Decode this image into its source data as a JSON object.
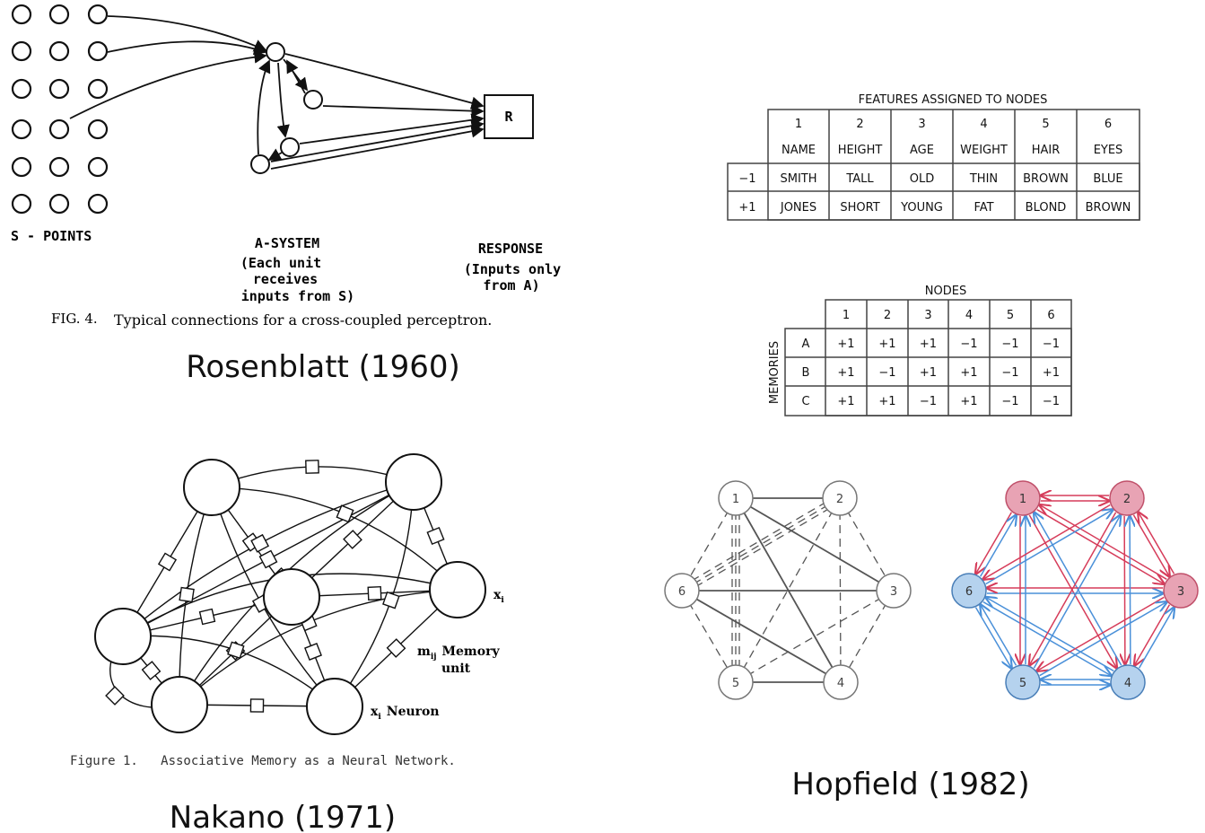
{
  "rosenblatt": {
    "title": "Rosenblatt (1960)",
    "s_points_label": "S - POINTS",
    "a_system_label": "A-SYSTEM",
    "a_system_note": [
      "(Each unit",
      "receives",
      "inputs from S)"
    ],
    "response_label": "RESPONSE",
    "response_note": [
      "(Inputs only",
      "from A)"
    ],
    "r_box": "R",
    "caption_fig": "FIG. 4.",
    "caption_text": "Typical connections for a cross-coupled perceptron."
  },
  "nakano": {
    "title": "Nakano (1971)",
    "label_xi": "x",
    "label_i": "i",
    "memory_label_m": "m",
    "memory_label_ij": "ij",
    "memory_label": "Memory",
    "memory_label_2": "unit",
    "neuron_label_x": "x",
    "neuron_label_i": "i",
    "neuron_label": "Neuron",
    "caption": "Figure 1.   Associative Memory as a Neural Network."
  },
  "hopfield": {
    "title": "Hopfield (1982)",
    "features_table": {
      "title": "FEATURES ASSIGNED TO NODES",
      "numbers": [
        "1",
        "2",
        "3",
        "4",
        "5",
        "6"
      ],
      "features": [
        "NAME",
        "HEIGHT",
        "AGE",
        "WEIGHT",
        "HAIR",
        "EYES"
      ],
      "rows": [
        {
          "label": "−1",
          "values": [
            "SMITH",
            "TALL",
            "OLD",
            "THIN",
            "BROWN",
            "BLUE"
          ]
        },
        {
          "label": "+1",
          "values": [
            "JONES",
            "SHORT",
            "YOUNG",
            "FAT",
            "BLOND",
            "BROWN"
          ]
        }
      ]
    },
    "memories_table": {
      "title": "NODES",
      "side_label": "MEMORIES",
      "columns": [
        "1",
        "2",
        "3",
        "4",
        "5",
        "6"
      ],
      "rows": [
        {
          "label": "A",
          "values": [
            "+1",
            "+1",
            "+1",
            "−1",
            "−1",
            "−1"
          ]
        },
        {
          "label": "B",
          "values": [
            "+1",
            "−1",
            "+1",
            "+1",
            "−1",
            "+1"
          ]
        },
        {
          "label": "C",
          "values": [
            "+1",
            "+1",
            "−1",
            "+1",
            "−1",
            "−1"
          ]
        }
      ]
    },
    "graph_nodes": [
      "1",
      "2",
      "3",
      "4",
      "5",
      "6"
    ],
    "edges": [
      {
        "a": 1,
        "b": 2,
        "style": "solid"
      },
      {
        "a": 1,
        "b": 3,
        "style": "solid"
      },
      {
        "a": 1,
        "b": 4,
        "style": "solid"
      },
      {
        "a": 6,
        "b": 3,
        "style": "solid"
      },
      {
        "a": 6,
        "b": 4,
        "style": "solid"
      },
      {
        "a": 5,
        "b": 4,
        "style": "solid"
      },
      {
        "a": 1,
        "b": 6,
        "style": "dashed"
      },
      {
        "a": 2,
        "b": 3,
        "style": "dashed"
      },
      {
        "a": 2,
        "b": 5,
        "style": "dashed"
      },
      {
        "a": 2,
        "b": 4,
        "style": "dashed"
      },
      {
        "a": 3,
        "b": 4,
        "style": "dashed"
      },
      {
        "a": 3,
        "b": 5,
        "style": "dashed"
      },
      {
        "a": 6,
        "b": 5,
        "style": "dashed"
      },
      {
        "a": 1,
        "b": 5,
        "style": "triple"
      },
      {
        "a": 6,
        "b": 2,
        "style": "triple"
      }
    ],
    "active_nodes": [
      1,
      2,
      3
    ],
    "colors": {
      "active_fill": "#e8a3b4",
      "active_stroke": "#c0506a",
      "inactive_fill": "#b5d2ee",
      "inactive_stroke": "#4a7fb8",
      "red": "#d63c5a",
      "blue": "#4a90d9"
    }
  }
}
